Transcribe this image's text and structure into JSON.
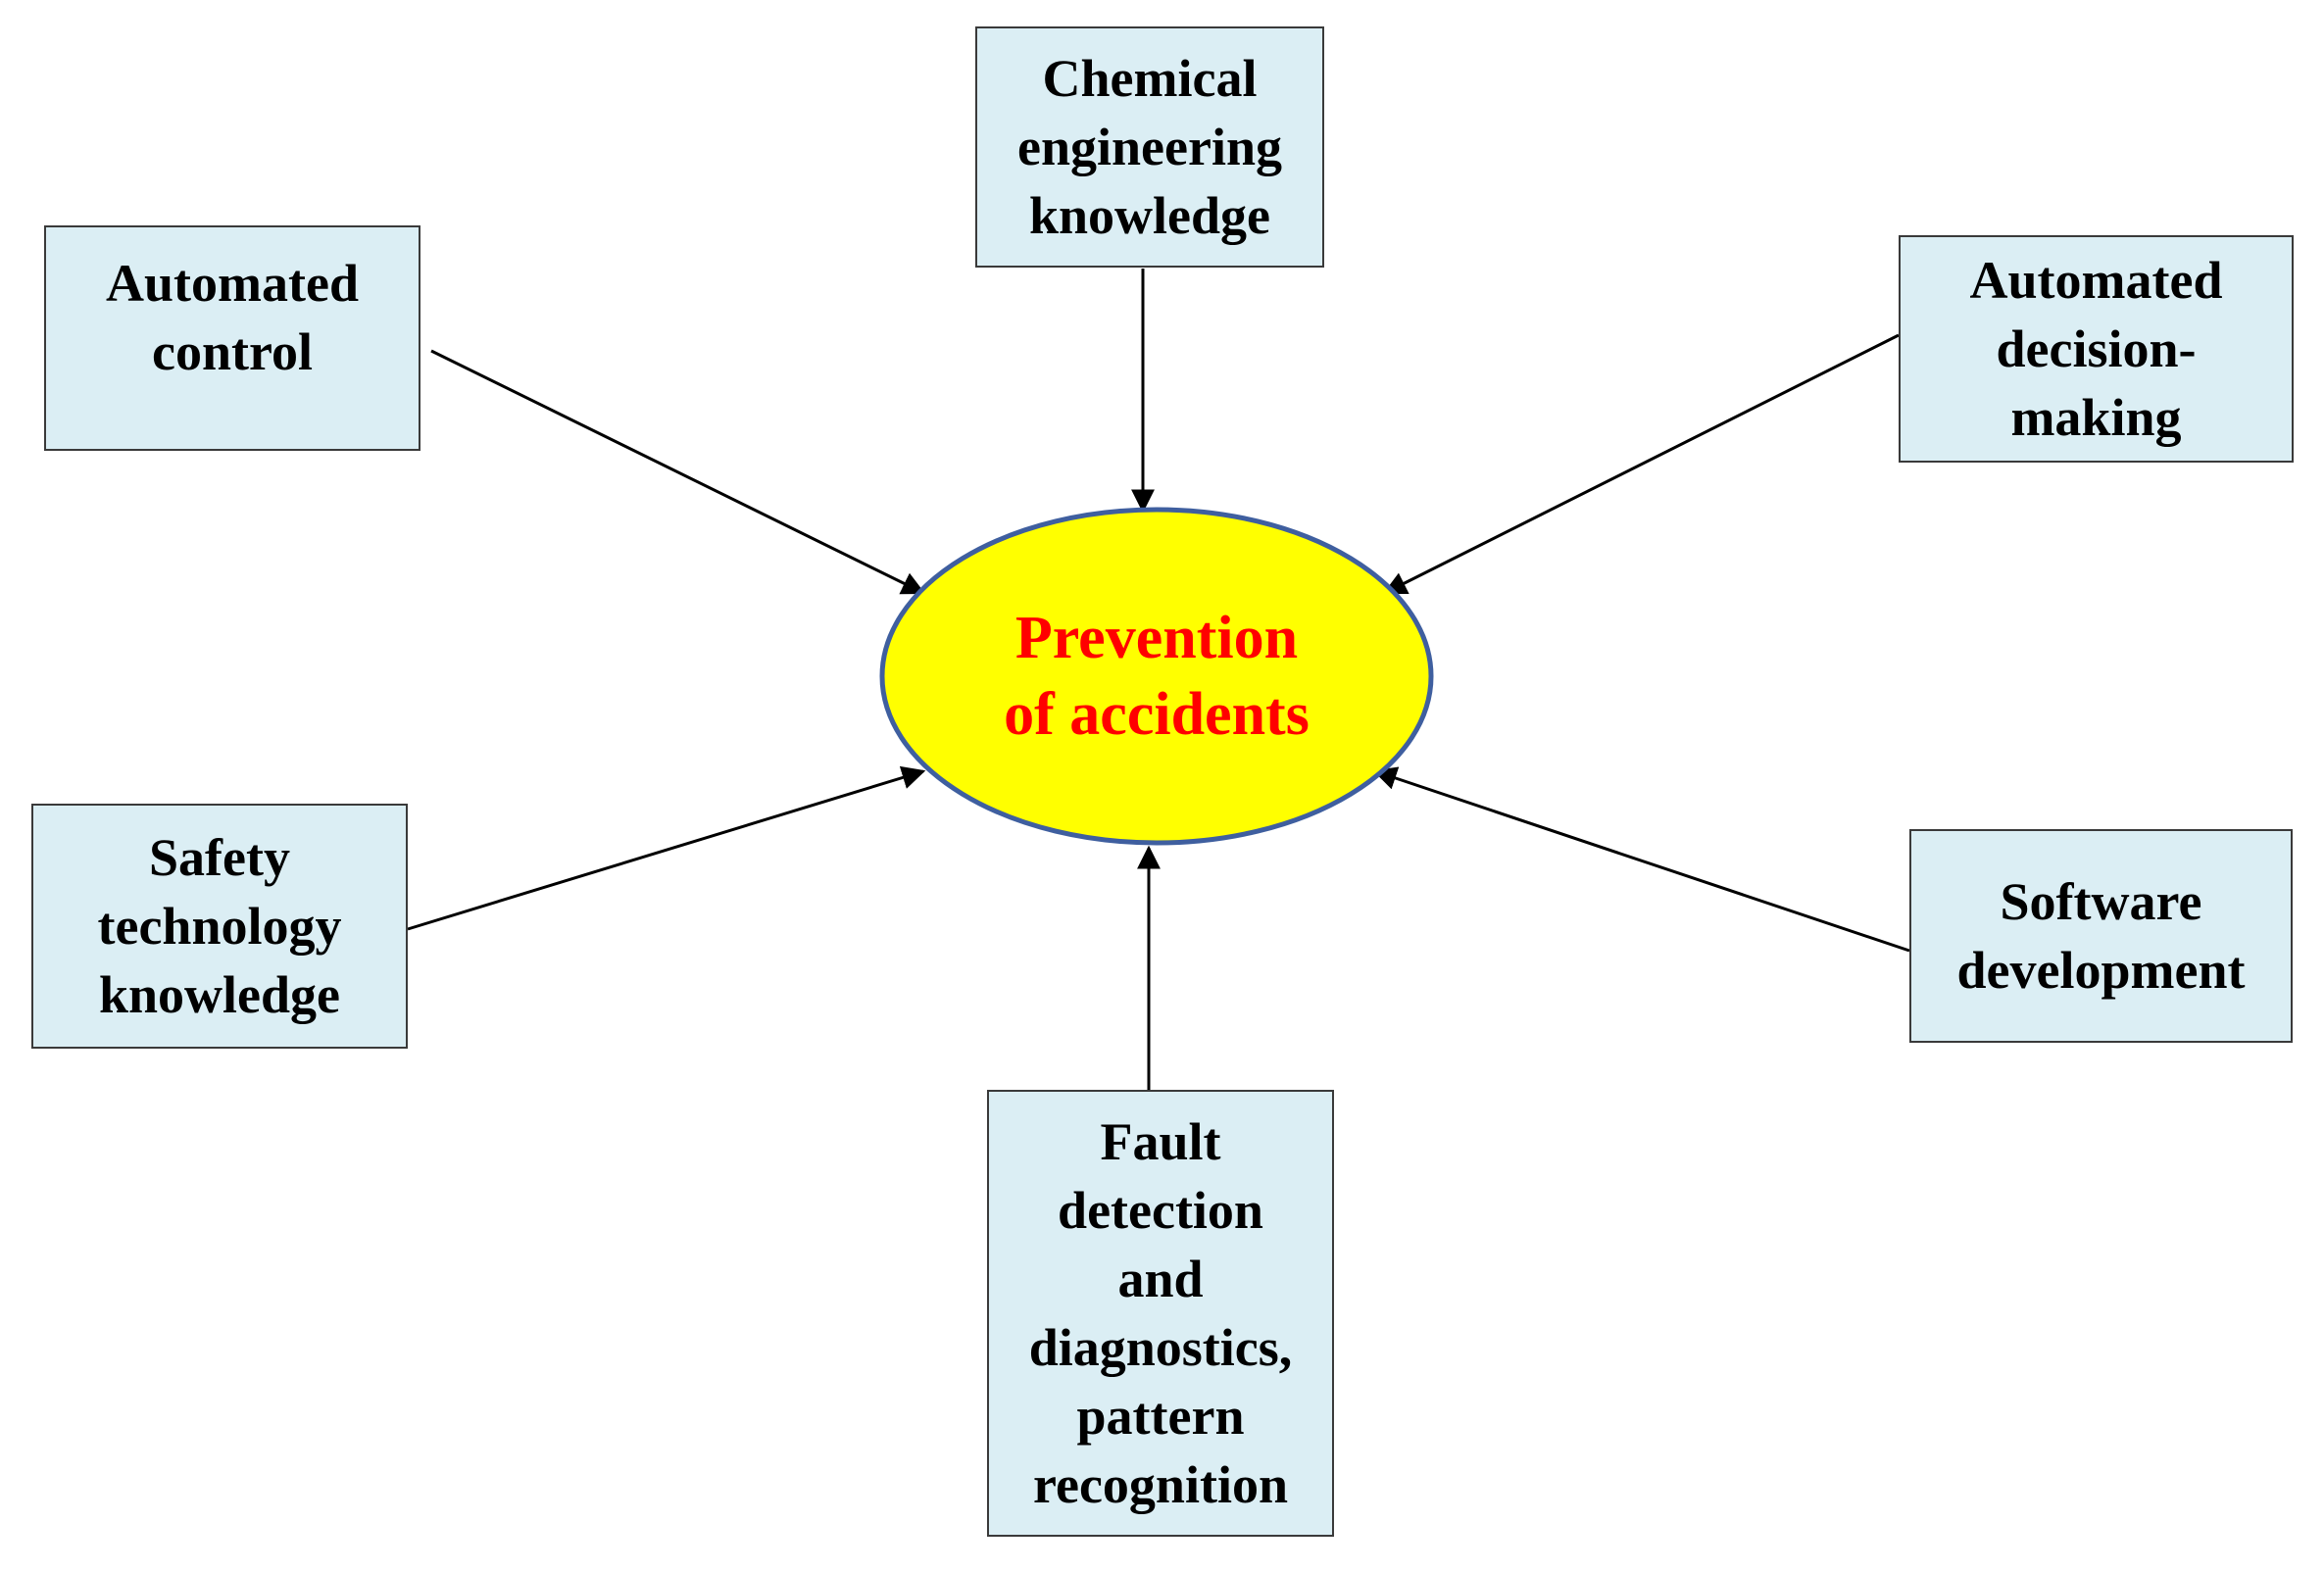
{
  "center": {
    "label": "Prevention\nof accidents",
    "text_color": "#ff0000",
    "fill_color": "#ffff00",
    "stroke_color": "#3f5f9f"
  },
  "nodes": {
    "chemical": {
      "label": "Chemical\nengineering\nknowledge"
    },
    "automated_control": {
      "label": "Automated\ncontrol"
    },
    "decision_making": {
      "label": "Automated\ndecision-\nmaking"
    },
    "safety": {
      "label": "Safety\ntechnology\nknowledge"
    },
    "software": {
      "label": "Software\ndevelopment"
    },
    "fault": {
      "label": "Fault\ndetection\nand\ndiagnostics,\npattern\nrecognition"
    }
  },
  "colors": {
    "box_fill": "#dbeef4",
    "arrow": "#000000"
  }
}
